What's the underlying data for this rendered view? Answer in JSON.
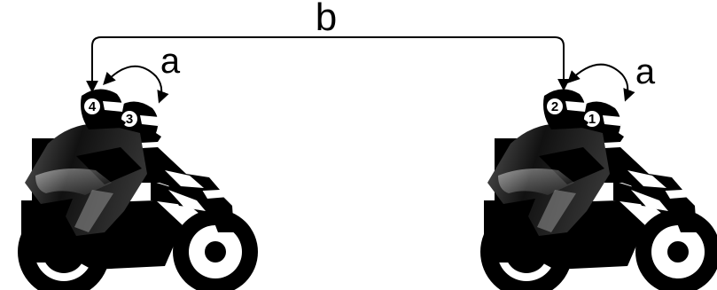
{
  "labels": {
    "between_bikes": "b",
    "left_pair": "a",
    "right_pair": "a"
  },
  "riders": {
    "left_rear": "4",
    "left_front": "3",
    "right_rear": "2",
    "right_front": "1"
  },
  "colors": {
    "ink": "#000000",
    "paper": "#ffffff",
    "gloss": "#8a8a8a"
  }
}
